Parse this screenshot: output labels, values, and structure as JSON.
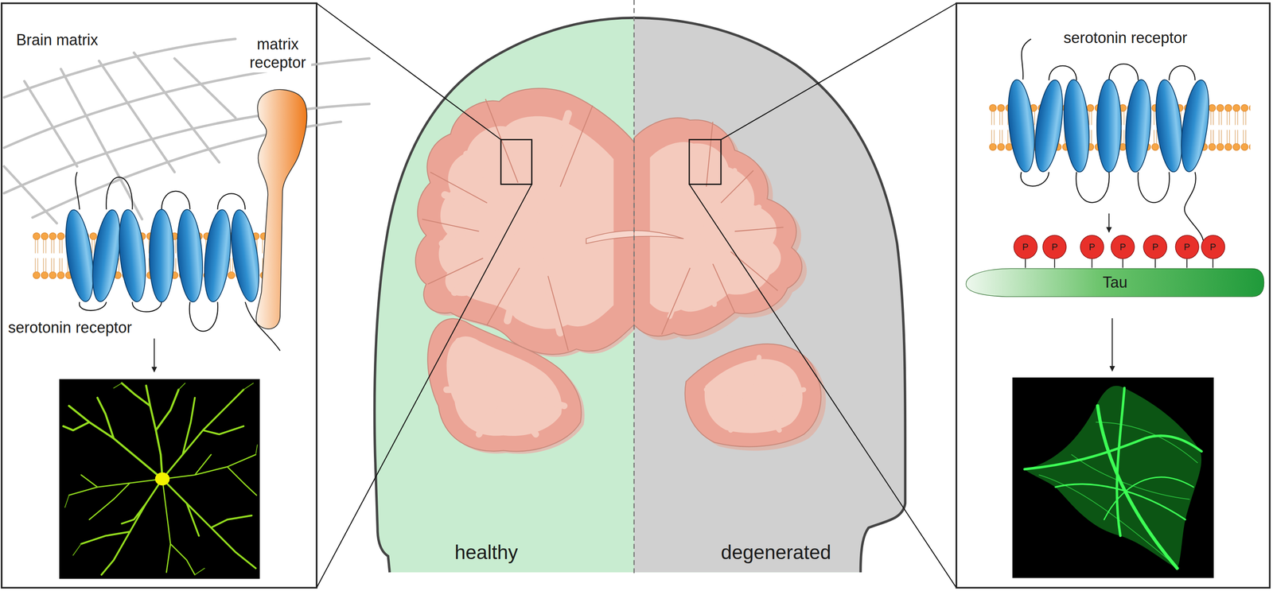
{
  "diagram": {
    "nodes": [
      {
        "text": [
          "P"
        ]
      },
      {
        "text": [
          "P"
        ]
      },
      {
        "text": [
          "P"
        ]
      },
      {
        "text": [
          "P"
        ]
      },
      {
        "text": [
          "P"
        ]
      },
      {
        "text": [
          "P"
        ]
      },
      {
        "text": [
          "P"
        ]
      },
      {
        "text": [
          "Tau"
        ]
      }
    ],
    "edges": [
      {
        "from": 0,
        "to": 7,
        "arrow": "none"
      },
      {
        "from": 1,
        "to": 7,
        "arrow": "none"
      },
      {
        "from": 2,
        "to": 7,
        "arrow": "none"
      },
      {
        "from": 3,
        "to": 7,
        "arrow": "none"
      },
      {
        "from": 4,
        "to": 7,
        "arrow": "none"
      },
      {
        "from": 5,
        "to": 7,
        "arrow": "none"
      },
      {
        "from": 6,
        "to": 7,
        "arrow": "none"
      }
    ],
    "labels": [
      "Brain matrix",
      "matrix receptor",
      "serotonin receptor",
      "serotonin receptor",
      "healthy",
      "degenerated"
    ]
  }
}
